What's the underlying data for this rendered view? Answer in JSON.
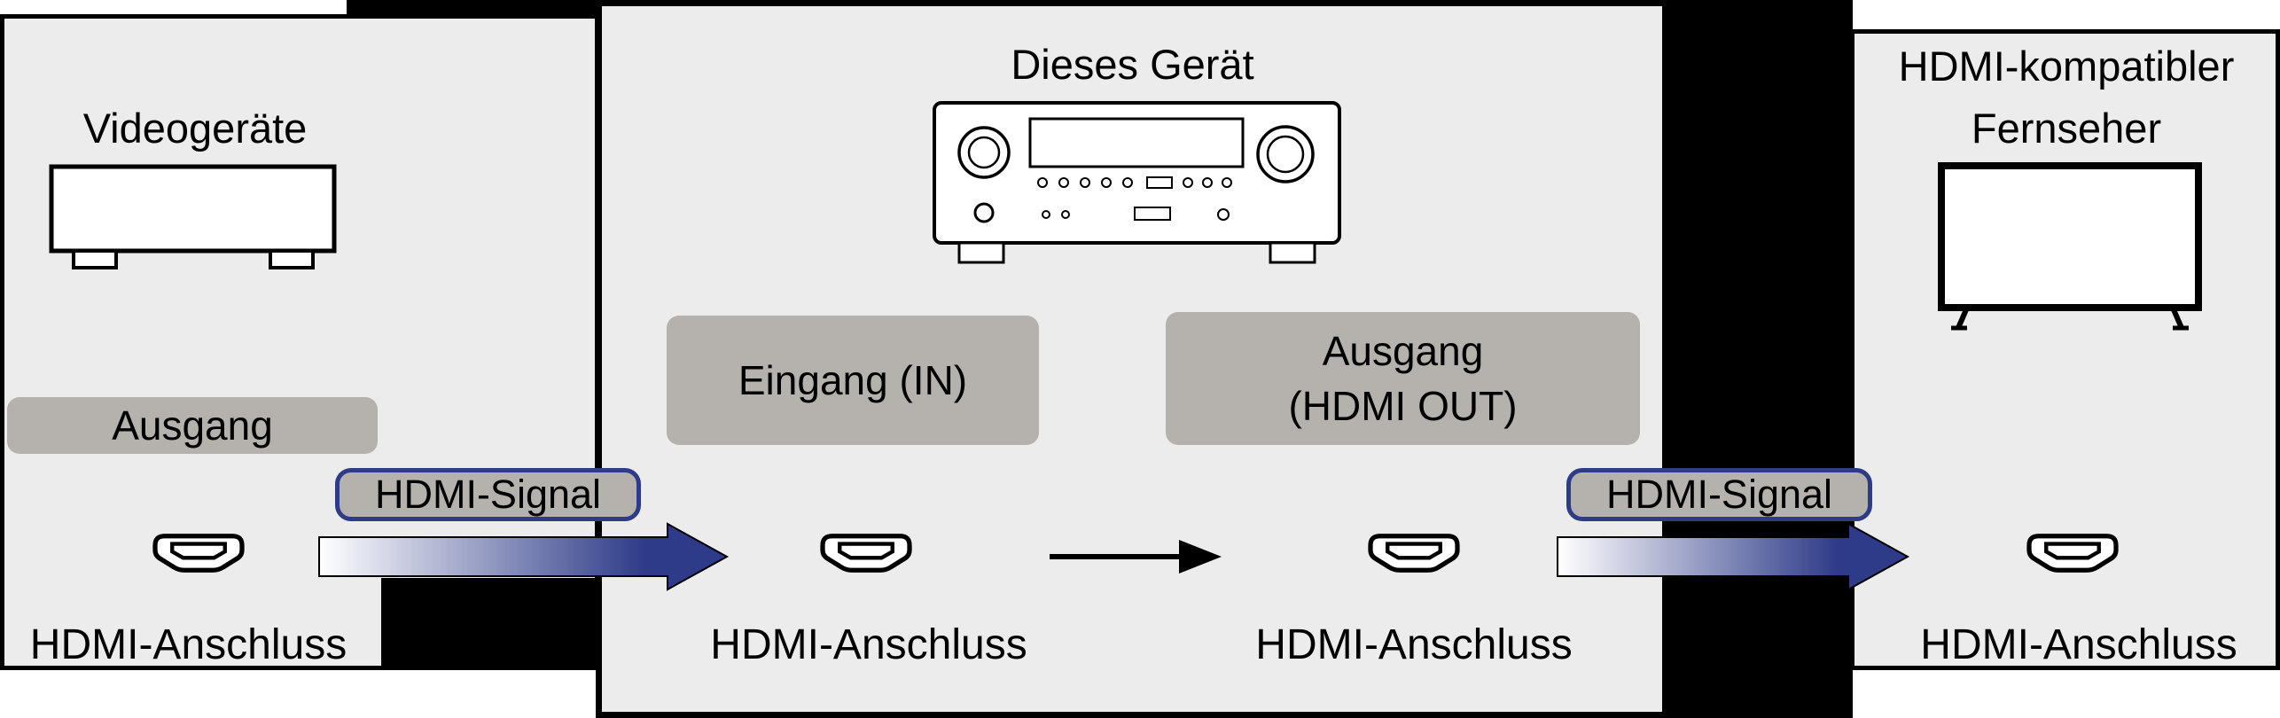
{
  "colors": {
    "panel_bg": "#ececec",
    "label_box_bg": "#b5b1ac",
    "signal_navy": "#2e3b88"
  },
  "source_device": {
    "title": "Videogeräte",
    "output_box": "Ausgang",
    "port_label": "HDMI-Anschluss"
  },
  "this_device": {
    "title": "Dieses Gerät",
    "input_box": "Eingang (IN)",
    "output_box_line1": "Ausgang",
    "output_box_line2": "(HDMI OUT)",
    "input_port_label": "HDMI-Anschluss",
    "output_port_label": "HDMI-Anschluss"
  },
  "tv_device": {
    "title_line1": "HDMI-kompatibler",
    "title_line2": "Fernseher",
    "port_label": "HDMI-Anschluss"
  },
  "signal_badges": {
    "left": "HDMI-Signal",
    "right": "HDMI-Signal"
  }
}
